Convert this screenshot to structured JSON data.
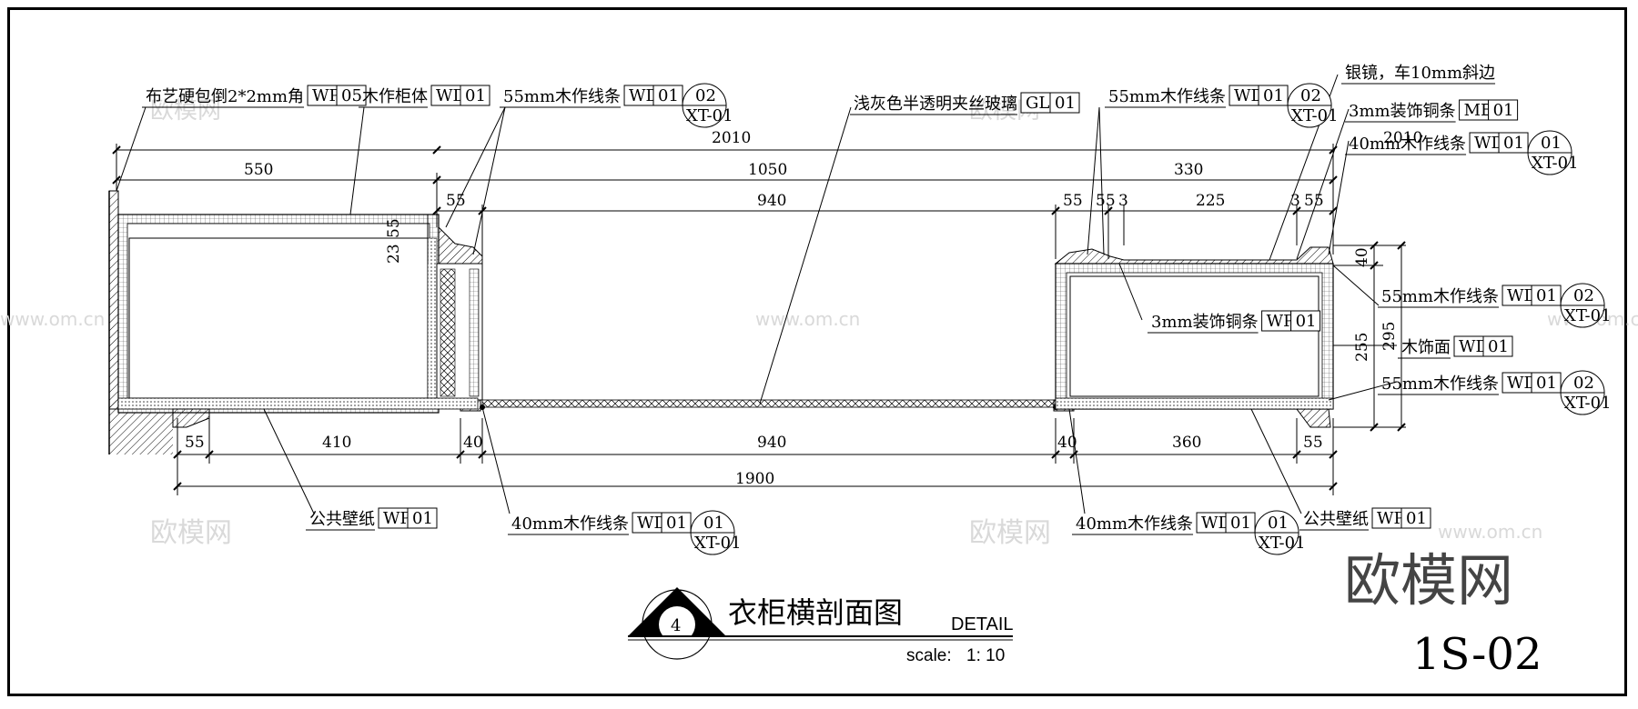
{
  "drawing": {
    "title": "衣柜横剖面图",
    "title_en": "DETAIL",
    "scale_label": "scale:",
    "scale_value": "1: 10",
    "detail_number": "4",
    "sheet_number": "1S-02"
  },
  "watermark": {
    "brand": "欧模网",
    "url": "www.om.cn"
  },
  "callouts": [
    {
      "id": "c1",
      "text": "布艺硬包倒2*2mm角",
      "tag": "WP",
      "num": "05"
    },
    {
      "id": "c2",
      "text": "木作柜体",
      "tag": "WD",
      "num": "01"
    },
    {
      "id": "c3",
      "text": "55mm木作线条",
      "tag": "WD",
      "num": "01",
      "ref": "02",
      "sheet": "XT-01"
    },
    {
      "id": "c4",
      "text": "浅灰色半透明夹丝玻璃",
      "tag": "GL",
      "num": "01"
    },
    {
      "id": "c5",
      "text": "55mm木作线条",
      "tag": "WD",
      "num": "01",
      "ref": "02",
      "sheet": "XT-01"
    },
    {
      "id": "c6",
      "text": "银镜，车10mm斜边"
    },
    {
      "id": "c7",
      "text": "3mm装饰铜条",
      "tag": "ME",
      "num": "01"
    },
    {
      "id": "c8",
      "text": "40mm木作线条",
      "tag": "WD",
      "num": "01",
      "ref": "01",
      "sheet": "XT-01"
    },
    {
      "id": "c9",
      "text": "3mm装饰铜条",
      "tag": "WP",
      "num": "01"
    },
    {
      "id": "c10",
      "text": "55mm木作线条",
      "tag": "WD",
      "num": "01",
      "ref": "02",
      "sheet": "XT-01"
    },
    {
      "id": "c11",
      "text": "木饰面",
      "tag": "WD",
      "num": "01"
    },
    {
      "id": "c12",
      "text": "55mm木作线条",
      "tag": "WD",
      "num": "01",
      "ref": "02",
      "sheet": "XT-01"
    },
    {
      "id": "c13",
      "text": "公共壁纸",
      "tag": "WP",
      "num": "01"
    },
    {
      "id": "c14",
      "text": "40mm木作线条",
      "tag": "WD",
      "num": "01",
      "ref": "01",
      "sheet": "XT-01"
    },
    {
      "id": "c15",
      "text": "40mm木作线条",
      "tag": "WD",
      "num": "01",
      "ref": "01",
      "sheet": "XT-01"
    },
    {
      "id": "c16",
      "text": "公共壁纸",
      "tag": "WP",
      "num": "01"
    }
  ],
  "dimensions": {
    "top_total": "2010",
    "top_left": "550",
    "top_mid": "1050",
    "top_right": "330",
    "top2_a": "55",
    "top2_b": "940",
    "top2_c": "55",
    "top2_d": "55",
    "top2_e": "3",
    "top2_f": "225",
    "top2_g": "3",
    "top2_h": "55",
    "left_v1": "55",
    "left_v2": "23",
    "bot_a": "55",
    "bot_b": "410",
    "bot_c": "40",
    "bot_d": "940",
    "bot_e": "40",
    "bot_f": "360",
    "bot_g": "55",
    "bot_total": "1900",
    "right_v1": "40",
    "right_v2": "255",
    "right_v3": "295"
  }
}
